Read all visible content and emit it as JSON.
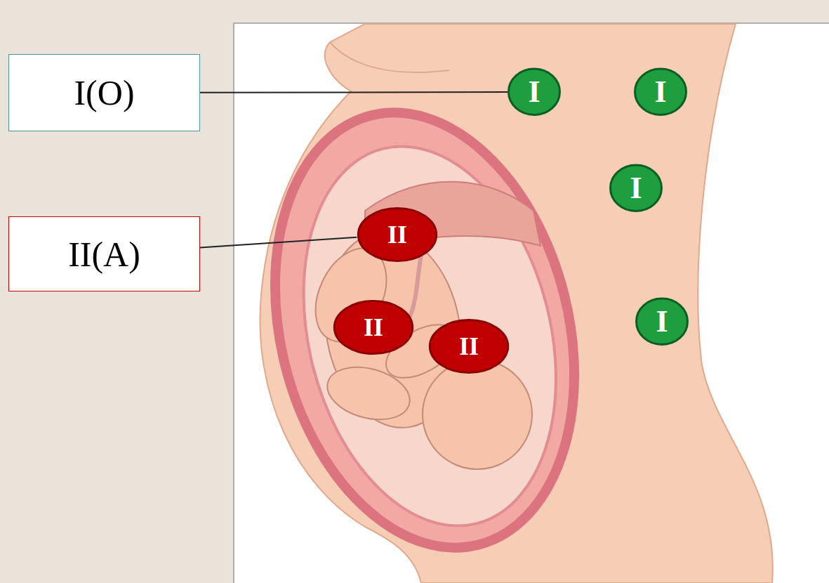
{
  "diagram": {
    "nodes": [
      {
        "text": [
          "I(O)"
        ]
      },
      {
        "text": [
          "II(A)"
        ]
      },
      {
        "text": [
          "I"
        ]
      },
      {
        "text": [
          "I"
        ]
      },
      {
        "text": [
          "I"
        ]
      },
      {
        "text": [
          "I"
        ]
      },
      {
        "text": [
          "II"
        ]
      },
      {
        "text": [
          "II"
        ]
      },
      {
        "text": [
          "II"
        ]
      }
    ],
    "edges": [
      {
        "from": 0,
        "to": 2,
        "arrow": "none"
      },
      {
        "from": 1,
        "to": 6,
        "arrow": "none"
      }
    ]
  }
}
